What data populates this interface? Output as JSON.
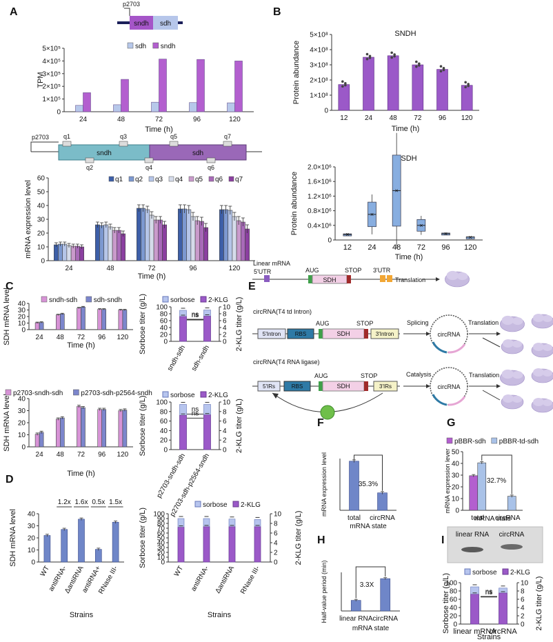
{
  "panel_letters": [
    "A",
    "B",
    "C",
    "D",
    "E",
    "F",
    "G",
    "H",
    "I"
  ],
  "colors": {
    "sdh": "#b7c8ea",
    "sndh": "#b35fcf",
    "purple": "#9b59c8",
    "lavender": "#b7c5ee",
    "blue_dark": "#3d5fa8",
    "magenta": "#c05fa0",
    "slate": "#6f86c8"
  },
  "A": {
    "gene_construct": {
      "promoter": "p2703",
      "gene1": "sndh",
      "gene2": "sdh"
    },
    "gene_map": {
      "promoter": "p2703",
      "gene1": "sndh",
      "gene2": "sdh",
      "probes_top": [
        "q1",
        "q3",
        "q5",
        "q7"
      ],
      "probes_bottom": [
        "q2",
        "q4",
        "q6"
      ]
    }
  },
  "E": {
    "linear_title": "Linear mRNA",
    "circ1_title": "circRNA(T4 td Intron)",
    "circ2_title": "circRNA(T4 RNA ligase)",
    "utr5": "5'UTR",
    "utr3": "3'UTR",
    "aug": "AUG",
    "stop": "STOP",
    "cds": "SDH",
    "intron5": "5'Intron",
    "intron3": "3'Intron",
    "rbs": "RBS",
    "irs5": "5'IRs",
    "irs3": "3'IRs",
    "circ_label": "circRNA",
    "translation": "Translation",
    "splicing": "Splicing",
    "catalysis": "Catalysis"
  },
  "I_gel": {
    "lanes": [
      "linear RNA",
      "circRNA"
    ]
  },
  "chart_data": [
    {
      "id": "A_tpm",
      "panel": "A",
      "type": "bar",
      "categories": [
        "24",
        "48",
        "72",
        "96",
        "120"
      ],
      "series": [
        {
          "name": "sdh",
          "values": [
            50000,
            55000,
            75000,
            72000,
            70000
          ]
        },
        {
          "name": "sndh",
          "values": [
            150000,
            255000,
            415000,
            412000,
            400000
          ]
        }
      ],
      "xlabel": "Time (h)",
      "ylabel": "TPM",
      "ylim": [
        0,
        500000
      ],
      "yticks": [
        "0",
        "1×10⁵",
        "2×10⁵",
        "3×10⁵",
        "4×10⁵",
        "5×10⁵"
      ],
      "legend": "top"
    },
    {
      "id": "A_mrna",
      "panel": "A",
      "type": "bar",
      "categories": [
        "24",
        "48",
        "72",
        "96",
        "120"
      ],
      "series": [
        {
          "name": "q1",
          "values": [
            11.5,
            26,
            38,
            37.5,
            37
          ]
        },
        {
          "name": "q2",
          "values": [
            12,
            25.5,
            38,
            37.5,
            37
          ]
        },
        {
          "name": "q3",
          "values": [
            12,
            26,
            37,
            37,
            36.5
          ]
        },
        {
          "name": "q4",
          "values": [
            11,
            24.5,
            33,
            32,
            32
          ]
        },
        {
          "name": "q5",
          "values": [
            10.5,
            22,
            29.5,
            29,
            29
          ]
        },
        {
          "name": "q6",
          "values": [
            10.5,
            22,
            29.5,
            28.5,
            28
          ]
        },
        {
          "name": "q7",
          "values": [
            10,
            19.5,
            26,
            24,
            23
          ]
        }
      ],
      "errors": [
        1.5,
        2,
        2.5,
        3,
        3
      ],
      "xlabel": "Time (h)",
      "ylabel": "mRNA expression level",
      "ylim": [
        0,
        60
      ],
      "yticks": [
        "0",
        "10",
        "20",
        "30",
        "40",
        "50",
        "60"
      ],
      "legend": "top"
    },
    {
      "id": "B_sndh",
      "panel": "B",
      "type": "bar",
      "title": "SNDH",
      "categories": [
        "12",
        "24",
        "48",
        "72",
        "96",
        "120"
      ],
      "values": [
        170000000,
        350000000,
        360000000,
        300000000,
        270000000,
        165000000
      ],
      "xlabel": "Time (h)",
      "ylabel": "Protein abundance",
      "ylim": [
        0,
        500000000
      ],
      "yticks": [
        "0",
        "1×10⁸",
        "2×10⁸",
        "3×10⁸",
        "4×10⁸",
        "5×10⁸"
      ]
    },
    {
      "id": "B_sdh",
      "panel": "B",
      "type": "box",
      "title": "SDH",
      "categories": [
        "12",
        "24",
        "48",
        "72",
        "96",
        "120"
      ],
      "medians": [
        150000,
        700000,
        1350000,
        400000,
        170000,
        80000
      ],
      "xlabel": "Time (h)",
      "ylabel": "Protein abundance",
      "ylim": [
        0,
        2000000
      ],
      "yticks": [
        "0",
        "0.4×10⁶",
        "0.8×10⁶",
        "1.2×10⁶",
        "1.6×10⁶",
        "2.0×10⁶"
      ]
    },
    {
      "id": "C_mrna1",
      "panel": "C",
      "type": "bar",
      "categories": [
        "24",
        "48",
        "72",
        "96",
        "120"
      ],
      "series": [
        {
          "name": "sndh-sdh",
          "values": [
            10.5,
            22.5,
            33,
            31,
            30
          ]
        },
        {
          "name": "sdh-sndh",
          "values": [
            11,
            24,
            34.5,
            31,
            30
          ]
        }
      ],
      "xlabel": "Time (h)",
      "ylabel": "SDH mRNA level",
      "ylim": [
        0,
        40
      ],
      "yticks": [
        "0",
        "10",
        "20",
        "30",
        "40"
      ],
      "legend": "top"
    },
    {
      "id": "C_titer1",
      "panel": "C",
      "type": "bar",
      "categories": [
        "sndh-sdh",
        "sdh-sndh"
      ],
      "series": [
        {
          "name": "sorbose",
          "values": [
            90,
            91
          ]
        },
        {
          "name": "2-KLG",
          "values": [
            7.2,
            7.3
          ]
        }
      ],
      "annotations": [
        "ns",
        "ns"
      ],
      "ylabel": "Sorbose titer (g/L)",
      "y2label": "2-KLG titer (g/L)",
      "ylim": [
        0,
        100
      ],
      "y2lim": [
        0,
        10
      ],
      "yticks": [
        "0",
        "20",
        "40",
        "60",
        "80",
        "100"
      ],
      "y2ticks": [
        "0",
        "2",
        "4",
        "6",
        "8",
        "10"
      ],
      "legend": "top"
    },
    {
      "id": "C_mrna2",
      "panel": "C",
      "type": "bar",
      "categories": [
        "24",
        "48",
        "72",
        "96",
        "120"
      ],
      "series": [
        {
          "name": "p2703-sndh-sdh",
          "values": [
            10.5,
            23,
            33.5,
            31,
            30
          ]
        },
        {
          "name": "p2703-sdh-p2564-sndh",
          "values": [
            12,
            24,
            32.5,
            31,
            30.5
          ]
        }
      ],
      "xlabel": "Time (h)",
      "ylabel": "SDH mRNA level",
      "ylim": [
        0,
        40
      ],
      "yticks": [
        "0",
        "10",
        "20",
        "30",
        "40"
      ],
      "legend": "top"
    },
    {
      "id": "C_titer2",
      "panel": "C",
      "type": "bar",
      "categories": [
        "p2703-sndh-sdh",
        "p2703-sdh-p2564-sndh"
      ],
      "series": [
        {
          "name": "sorbose",
          "values": [
            95,
            95
          ]
        },
        {
          "name": "2-KLG",
          "values": [
            7.2,
            7.3
          ]
        }
      ],
      "annotations": [
        "ns",
        "ns"
      ],
      "ylabel": "Sorbose titer (g/L)",
      "y2label": "2-KLG titer (g/L)",
      "ylim": [
        0,
        100
      ],
      "y2lim": [
        0,
        10
      ],
      "yticks": [
        "0",
        "20",
        "40",
        "60",
        "80",
        "100"
      ],
      "y2ticks": [
        "0",
        "2",
        "4",
        "6",
        "8",
        "10"
      ],
      "legend": "top"
    },
    {
      "id": "D_mrna",
      "panel": "D",
      "type": "bar",
      "categories": [
        "WT",
        "antiRNA-",
        "ΔantiRNA",
        "antiRNA+",
        "RNase III-"
      ],
      "values": [
        22,
        27,
        35.5,
        10.5,
        33
      ],
      "fold_labels": [
        "1.2x",
        "1.6x",
        "0.5x",
        "1.5x"
      ],
      "xlabel": "Strains",
      "ylabel": "SDH mRNA level",
      "ylim": [
        0,
        40
      ],
      "yticks": [
        "0",
        "10",
        "20",
        "30",
        "40"
      ]
    },
    {
      "id": "D_titer",
      "panel": "D",
      "type": "bar",
      "categories": [
        "WT",
        "antiRNA-",
        "ΔantiRNA",
        "RNase III-"
      ],
      "series": [
        {
          "name": "sorbose",
          "values": [
            90,
            90,
            89,
            88
          ]
        },
        {
          "name": "2-KLG",
          "values": [
            7.2,
            7.3,
            7.3,
            7.3
          ]
        }
      ],
      "xlabel": "Strains",
      "ylabel": "Sorbose titer (g/L)",
      "y2label": "2-KLG titer (g/L)",
      "ylim": [
        0,
        100
      ],
      "y2lim": [
        0,
        10
      ],
      "yticks": [
        "0",
        "10",
        "20",
        "30",
        "40",
        "50",
        "60",
        "70",
        "80",
        "90",
        "100"
      ],
      "y2ticks": [
        "0",
        "2",
        "4",
        "6",
        "8",
        "10"
      ],
      "legend": "top"
    },
    {
      "id": "F",
      "panel": "F",
      "type": "bar",
      "categories": [
        "total",
        "circRNA"
      ],
      "values": [
        38,
        13.5
      ],
      "percent_label": "35.3%",
      "xlabel": "mRNA state",
      "ylabel": "mRNA expression level",
      "ylim": [
        0,
        40
      ]
    },
    {
      "id": "G",
      "panel": "G",
      "type": "bar",
      "categories": [
        "total",
        "circRNA"
      ],
      "series": [
        {
          "name": "pBBR-sdh",
          "values": [
            29.5,
            null
          ]
        },
        {
          "name": "pBBR-td-sdh",
          "values": [
            40.5,
            12
          ]
        }
      ],
      "percent_label": "32.7%",
      "xlabel": "mRNA state",
      "ylabel": "mRNA expression lever",
      "ylim": [
        0,
        50
      ],
      "yticks": [
        "0",
        "10",
        "20",
        "30",
        "40",
        "50"
      ],
      "legend": "top"
    },
    {
      "id": "H",
      "panel": "H",
      "type": "bar",
      "categories": [
        "linear RNA",
        "circRNA"
      ],
      "values": [
        11,
        33.5
      ],
      "fold_label": "3.3X",
      "xlabel": "mRNA state",
      "ylabel": "Half-value period (min)",
      "ylim": [
        0,
        40
      ]
    },
    {
      "id": "I",
      "panel": "I",
      "type": "bar",
      "categories": [
        "linear mRNA",
        "circRNA"
      ],
      "series": [
        {
          "name": "sorbose",
          "values": [
            90,
            87
          ]
        },
        {
          "name": "2-KLG",
          "values": [
            7.2,
            7.5
          ]
        }
      ],
      "annotations": [
        "ns",
        "ns"
      ],
      "xlabel": "Strains",
      "ylabel": "Sorbose titer (g/L)",
      "y2label": "2-KLG titer (g/L)",
      "ylim": [
        0,
        100
      ],
      "y2lim": [
        0,
        10
      ],
      "yticks": [
        "0",
        "20",
        "40",
        "60",
        "80",
        "100"
      ],
      "y2ticks": [
        "0",
        "2",
        "4",
        "6",
        "8",
        "10"
      ],
      "legend": "top"
    }
  ]
}
